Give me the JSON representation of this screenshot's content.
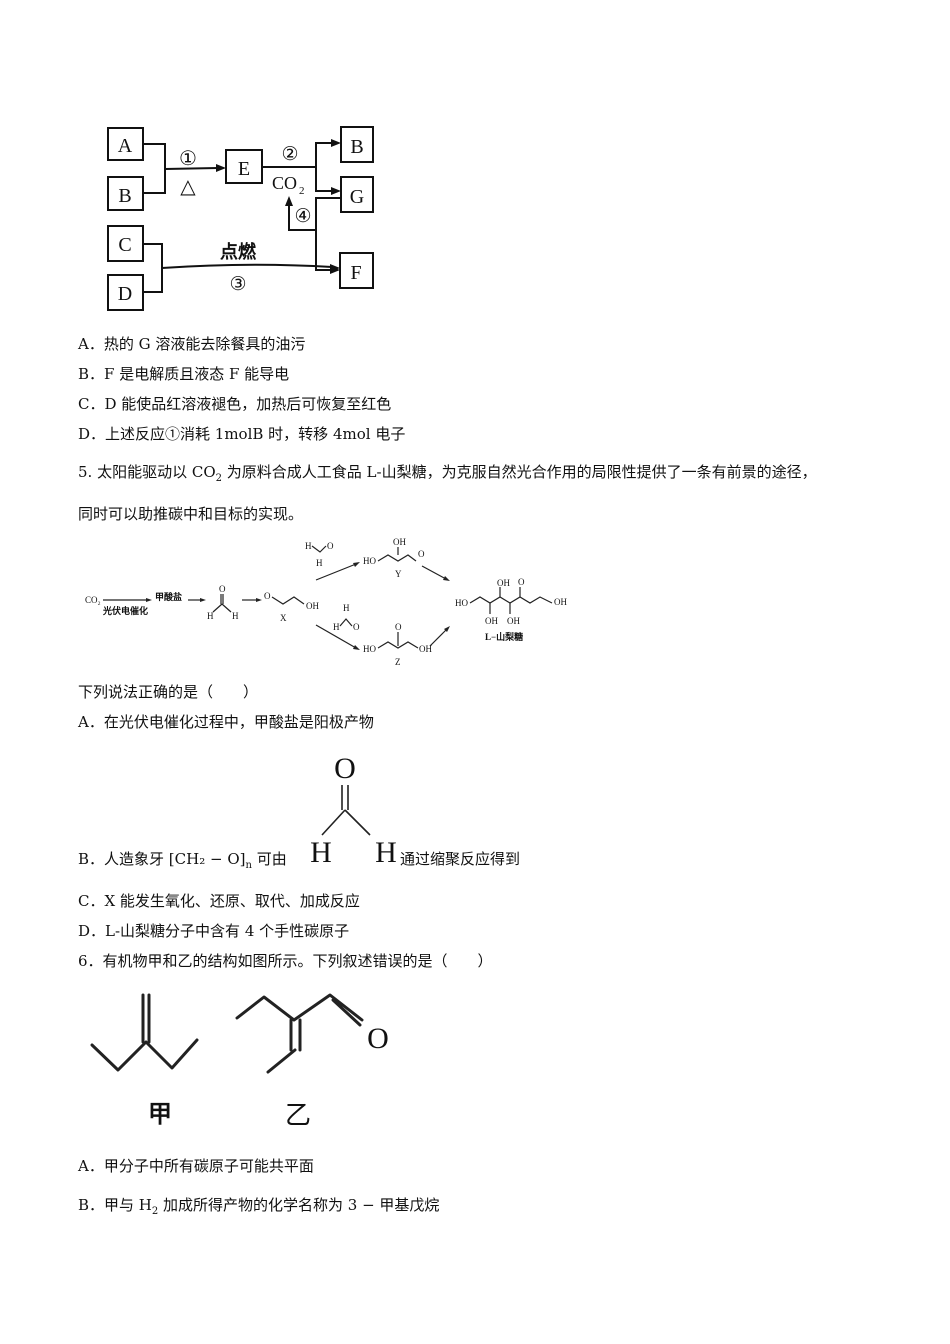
{
  "q4": {
    "diagram": {
      "A": "A",
      "B": "B",
      "E": "E",
      "B2": "B",
      "G": "G",
      "C": "C",
      "D": "D",
      "F": "F",
      "step1": "①",
      "heat": "△",
      "step2": "②",
      "co2": "CO",
      "co2_sub": "2",
      "step4": "④",
      "ignite": "点燃",
      "step3": "③"
    },
    "options": [
      "A．热的 G 溶液能去除餐具的油污",
      "B．F 是电解质且液态 F 能导电",
      "C．D 能使品红溶液褪色，加热后可恢复至红色",
      "D．上述反应①消耗 1molB 时，转移 4mol 电子"
    ]
  },
  "q5": {
    "stem_1a": "5. 太阳能驱动以 CO",
    "stem_1sub": "2",
    "stem_1b": " 为原料合成人工食品 L-山梨糖，为克服自然光合作用的局限性提供了一条有前景的途径，",
    "stem_2": "同时可以助推碳中和目标的实现。",
    "scheme": {
      "co2": "CO₂",
      "catalysis": "光伏电催化",
      "formate": "甲酸盐",
      "H": "H",
      "O": "O",
      "OH": "OH",
      "HO": "HO",
      "X": "X",
      "Y": "Y",
      "Z": "Z",
      "sorbose": "L−山梨糖"
    },
    "question": "下列说法正确的是（　　）",
    "optA": "A．在光伏电催化过程中，甲酸盐是阳极产物",
    "optB_a": "B．人造象牙 ",
    "optB_poly": "[CH₂ − O]",
    "optB_n": "n",
    "optB_b": " 可由",
    "optB_c": "通过缩聚反应得到",
    "optC": "C．X 能发生氧化、还原、取代、加成反应",
    "optD": "D．L-山梨糖分子中含有 4 个手性碳原子"
  },
  "q6": {
    "stem": "6．有机物甲和乙的结构如图所示。下列叙述错误的是（　　）",
    "label_jia": "甲",
    "label_yi": "乙",
    "O": "O",
    "optA": "A．甲分子中所有碳原子可能共平面",
    "optB_a": "B．甲与 H",
    "optB_sub": "2",
    "optB_b": " 加成所得产物的化学名称为 3 − 甲基戊烷"
  }
}
